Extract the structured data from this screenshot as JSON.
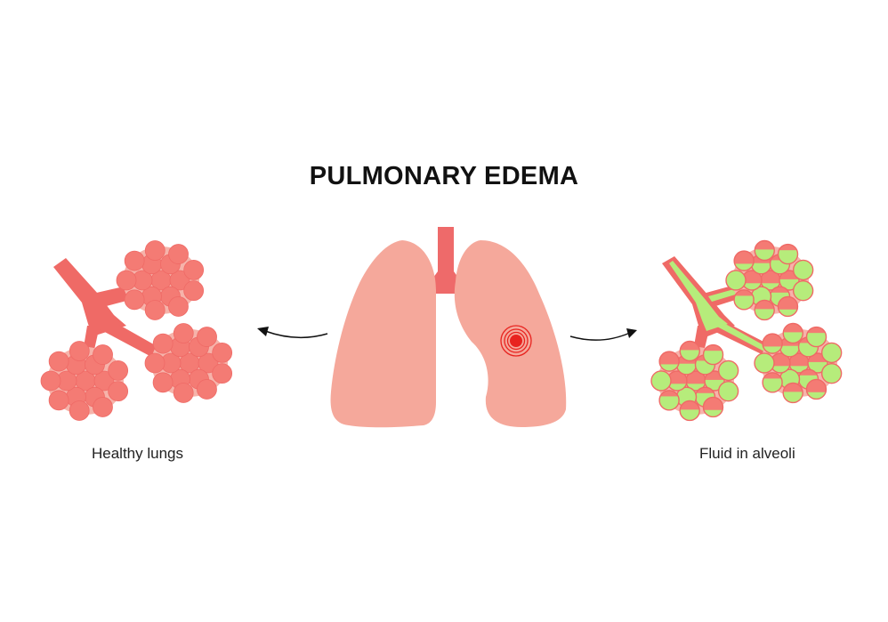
{
  "title": "PULMONARY EDEMA",
  "labels": {
    "healthy": "Healthy lungs",
    "fluid": "Fluid in alveoli"
  },
  "colors": {
    "lung": "#f5a89b",
    "trachea": "#ee6a6a",
    "alveolus": "#f47b74",
    "alveolus_dark": "#ef6a66",
    "alveolus_bg": "#f6b3aa",
    "fluid": "#b6ec7b",
    "pain_marker": "#e8231f",
    "arrow": "#111111"
  },
  "icons": {
    "center": "lungs-icon",
    "marker": "pain-target-icon",
    "left": "healthy-alveoli-icon",
    "right": "fluid-alveoli-icon"
  }
}
